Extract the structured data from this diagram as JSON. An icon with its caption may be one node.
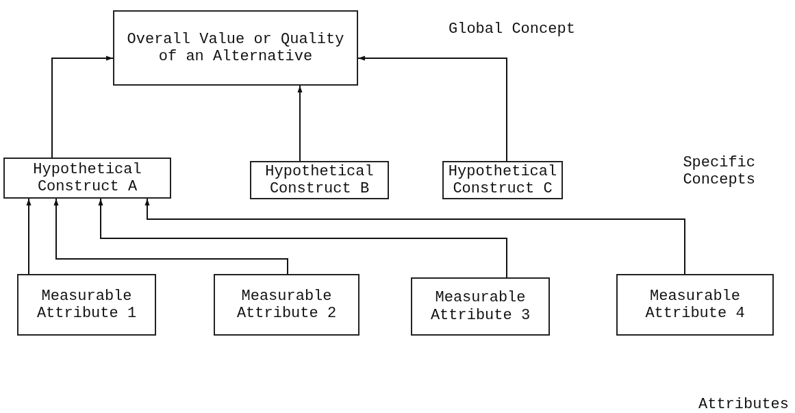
{
  "diagram": {
    "nodes": [
      {
        "text": [
          "Overall Value or Quality of an Alternative"
        ]
      },
      {
        "text": [
          "Hypothetical Construct A"
        ]
      },
      {
        "text": [
          "Hypothetical Construct B"
        ]
      },
      {
        "text": [
          "Hypothetical Construct C"
        ]
      },
      {
        "text": [
          "Measurable Attribute 1"
        ]
      },
      {
        "text": [
          "Measurable Attribute 2"
        ]
      },
      {
        "text": [
          "Measurable Attribute 3"
        ]
      },
      {
        "text": [
          "Measurable Attribute 4"
        ]
      }
    ],
    "edges": [
      {
        "from": 1,
        "to": 0,
        "arrow": "to"
      },
      {
        "from": 2,
        "to": 0,
        "arrow": "to"
      },
      {
        "from": 3,
        "to": 0,
        "arrow": "to"
      },
      {
        "from": 4,
        "to": 1,
        "arrow": "to"
      },
      {
        "from": 5,
        "to": 1,
        "arrow": "to"
      },
      {
        "from": 6,
        "to": 1,
        "arrow": "to"
      },
      {
        "from": 7,
        "to": 1,
        "arrow": "to"
      }
    ],
    "labels": [
      "Global Concept",
      "Specific Concepts",
      "Attributes"
    ]
  }
}
